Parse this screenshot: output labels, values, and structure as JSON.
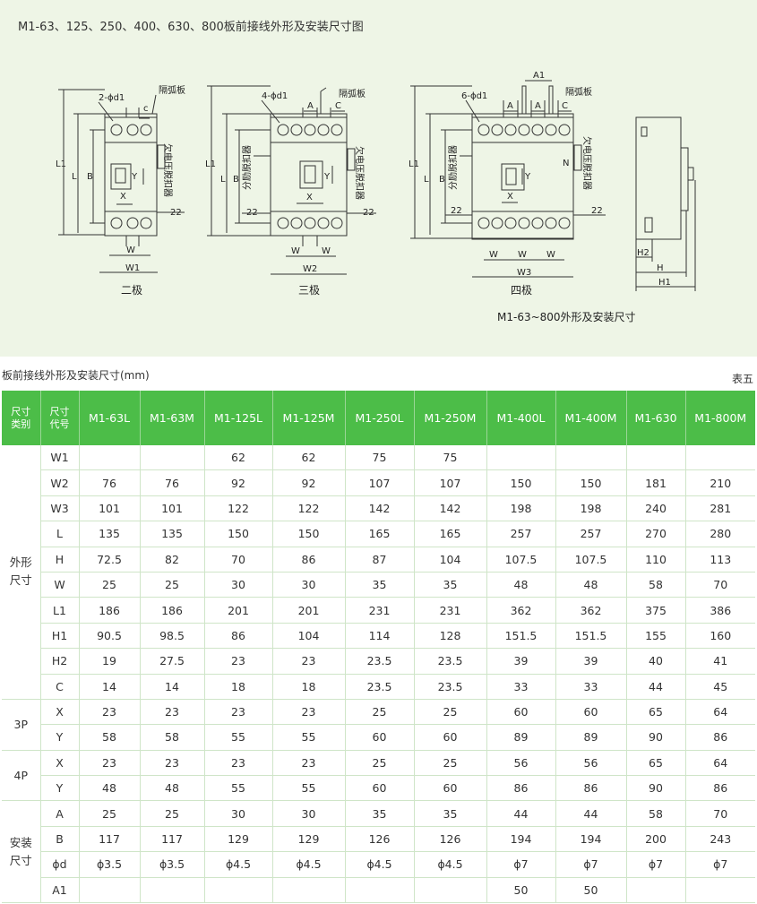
{
  "diagram": {
    "title": "M1-63、125、250、400、630、800板前接线外形及安装尺寸图",
    "subtitle": "M1-63~800外形及安装尺寸",
    "poles": [
      "二极",
      "三极",
      "四极"
    ],
    "labels": {
      "arc_plate": "隔弧板",
      "shunt_release": "分励脱扣器",
      "undervoltage_release": "欠电压脱扣器",
      "hole2": "2-ϕd1",
      "hole4": "4-ϕd1",
      "hole6": "6-ϕd1",
      "L1": "L1",
      "L": "L",
      "B": "B",
      "W": "W",
      "W1": "W1",
      "W2": "W2",
      "W3": "W3",
      "X": "X",
      "Y": "Y",
      "A": "A",
      "A1": "A1",
      "C": "C",
      "c": "c",
      "N": "N",
      "H": "H",
      "H1": "H1",
      "H2": "H2",
      "d22": "22"
    }
  },
  "table": {
    "caption": "板前接线外形及安装尺寸(mm)",
    "number": "表五",
    "header_category": [
      "尺寸",
      "类别"
    ],
    "header_code": [
      "尺寸",
      "代号"
    ],
    "models": [
      "M1-63L",
      "M1-63M",
      "M1-125L",
      "M1-125M",
      "M1-250L",
      "M1-250M",
      "M1-400L",
      "M1-400M",
      "M1-630",
      "M1-800M"
    ],
    "groups": [
      {
        "category": [
          "外形",
          "尺寸"
        ],
        "rows": [
          {
            "code": "W1",
            "values": [
              "",
              "",
              "62",
              "62",
              "75",
              "75",
              "",
              "",
              "",
              ""
            ]
          },
          {
            "code": "W2",
            "values": [
              "76",
              "76",
              "92",
              "92",
              "107",
              "107",
              "150",
              "150",
              "181",
              "210"
            ]
          },
          {
            "code": "W3",
            "values": [
              "101",
              "101",
              "122",
              "122",
              "142",
              "142",
              "198",
              "198",
              "240",
              "281"
            ]
          },
          {
            "code": "L",
            "values": [
              "135",
              "135",
              "150",
              "150",
              "165",
              "165",
              "257",
              "257",
              "270",
              "280"
            ]
          },
          {
            "code": "H",
            "values": [
              "72.5",
              "82",
              "70",
              "86",
              "87",
              "104",
              "107.5",
              "107.5",
              "110",
              "113"
            ]
          },
          {
            "code": "W",
            "values": [
              "25",
              "25",
              "30",
              "30",
              "35",
              "35",
              "48",
              "48",
              "58",
              "70"
            ]
          },
          {
            "code": "L1",
            "values": [
              "186",
              "186",
              "201",
              "201",
              "231",
              "231",
              "362",
              "362",
              "375",
              "386"
            ]
          },
          {
            "code": "H1",
            "values": [
              "90.5",
              "98.5",
              "86",
              "104",
              "114",
              "128",
              "151.5",
              "151.5",
              "155",
              "160"
            ]
          },
          {
            "code": "H2",
            "values": [
              "19",
              "27.5",
              "23",
              "23",
              "23.5",
              "23.5",
              "39",
              "39",
              "40",
              "41"
            ]
          },
          {
            "code": "C",
            "values": [
              "14",
              "14",
              "18",
              "18",
              "23.5",
              "23.5",
              "33",
              "33",
              "44",
              "45"
            ]
          }
        ]
      },
      {
        "category": [
          "3P"
        ],
        "rows": [
          {
            "code": "X",
            "values": [
              "23",
              "23",
              "23",
              "23",
              "25",
              "25",
              "60",
              "60",
              "65",
              "64"
            ]
          },
          {
            "code": "Y",
            "values": [
              "58",
              "58",
              "55",
              "55",
              "60",
              "60",
              "89",
              "89",
              "90",
              "86"
            ]
          }
        ]
      },
      {
        "category": [
          "4P"
        ],
        "rows": [
          {
            "code": "X",
            "values": [
              "23",
              "23",
              "23",
              "23",
              "25",
              "25",
              "56",
              "56",
              "65",
              "64"
            ]
          },
          {
            "code": "Y",
            "values": [
              "48",
              "48",
              "55",
              "55",
              "60",
              "60",
              "86",
              "86",
              "90",
              "86"
            ]
          }
        ]
      },
      {
        "category": [
          "安装",
          "尺寸"
        ],
        "rows": [
          {
            "code": "A",
            "values": [
              "25",
              "25",
              "30",
              "30",
              "35",
              "35",
              "44",
              "44",
              "58",
              "70"
            ]
          },
          {
            "code": "B",
            "values": [
              "117",
              "117",
              "129",
              "129",
              "126",
              "126",
              "194",
              "194",
              "200",
              "243"
            ]
          },
          {
            "code": "ϕd",
            "values": [
              "ϕ3.5",
              "ϕ3.5",
              "ϕ4.5",
              "ϕ4.5",
              "ϕ4.5",
              "ϕ4.5",
              "ϕ7",
              "ϕ7",
              "ϕ7",
              "ϕ7"
            ]
          },
          {
            "code": "A1",
            "values": [
              "",
              "",
              "",
              "",
              "",
              "",
              "50",
              "50",
              "",
              ""
            ]
          }
        ]
      }
    ]
  }
}
